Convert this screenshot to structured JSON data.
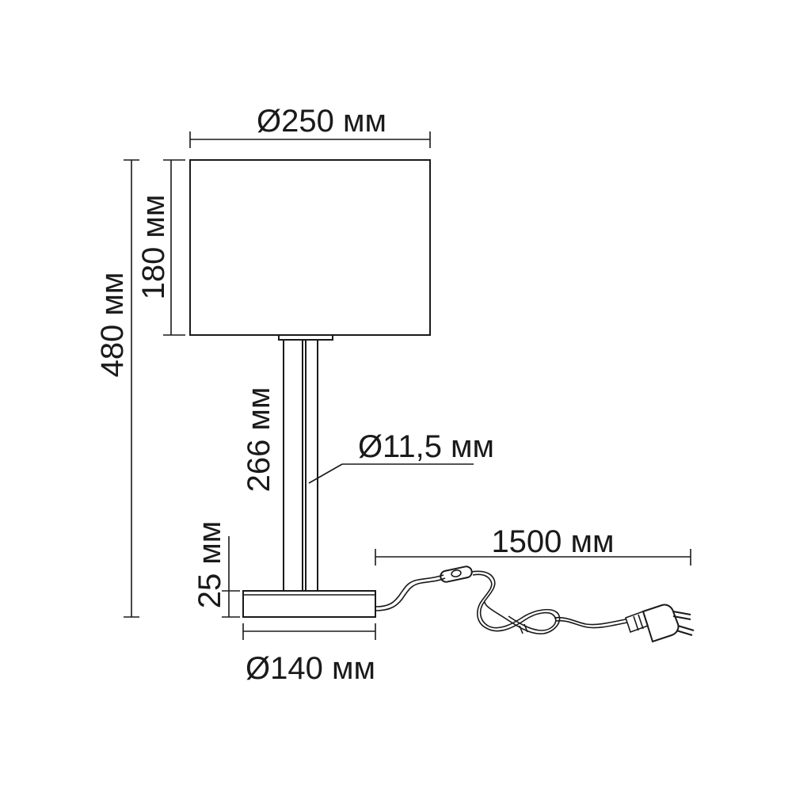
{
  "drawing": {
    "labels": {
      "shade_diameter": "Ø250 мм",
      "shade_height": "180 мм",
      "total_height": "480 мм",
      "stem_height": "266 мм",
      "stem_diameter": "Ø11,5 мм",
      "base_height": "25 мм",
      "base_diameter": "Ø140 мм",
      "cord_length": "1500 мм"
    }
  }
}
